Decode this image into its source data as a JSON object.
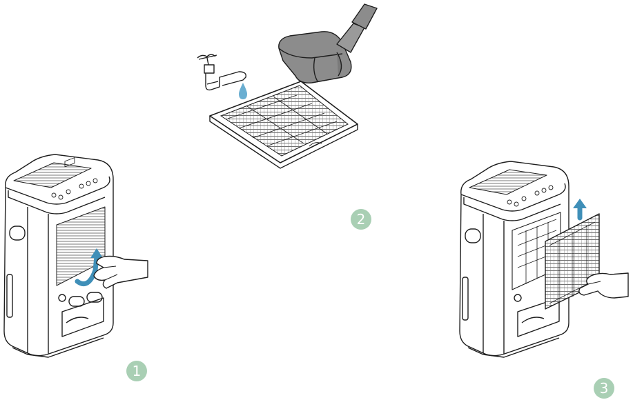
{
  "colors": {
    "badge": "#a9cfb4",
    "water_drop": "#6aaed1",
    "arrow": "#3f8fb8",
    "vacuum": "#8c8c8c",
    "line": "#1e1e1e"
  },
  "steps": [
    {
      "number": "1",
      "icon": "hand-lifting-filter-icon"
    },
    {
      "number": "2",
      "icon": "clean-filter-tap-and-vacuum-icon"
    },
    {
      "number": "3",
      "icon": "hand-reinserting-filter-icon"
    }
  ]
}
